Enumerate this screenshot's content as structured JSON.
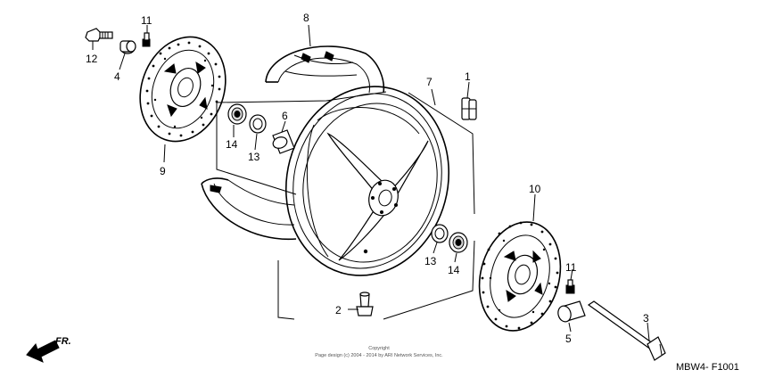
{
  "diagram": {
    "code": "MBW4- F1001",
    "footer_line1": "Copyright",
    "footer_line2": "Page design (c) 2004 - 2014 by ARI Network Services, Inc.",
    "direction_label": "FR.",
    "callouts": [
      "12",
      "11",
      "4",
      "8",
      "7",
      "1",
      "6",
      "14",
      "13",
      "9",
      "10",
      "13",
      "14",
      "11",
      "2",
      "5",
      "3"
    ]
  }
}
